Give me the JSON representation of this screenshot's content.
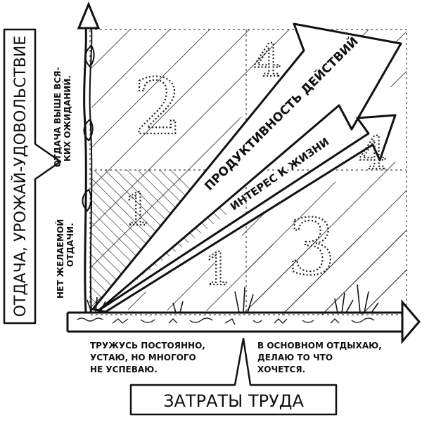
{
  "axes": {
    "x_label": "ЗАТРАТЫ ТРУДА",
    "y_label": "ОТДАЧА, УРОЖАЙ-УДОВОЛЬСТВИЕ"
  },
  "callouts": {
    "y_high": [
      "ОТДАЧА ВЫШЕ ВСЯ-",
      "КИХ ОЖИДАНИЙ."
    ],
    "y_low": [
      "НЕТ ЖЕЛАЕМОЙ",
      "ОТДАЧИ."
    ],
    "x_left": [
      "ТРУЖУСЬ ПОСТОЯННО,",
      "УСТАЮ, НО МНОГОГО",
      "НЕ УСПЕВАЮ."
    ],
    "x_right": [
      "В ОСНОВНОМ ОТДЫХАЮ,",
      "ДЕЛАЮ ТО ЧТО",
      "ХОЧЕТСЯ."
    ]
  },
  "arrows": {
    "upper": "ПРОДУКТИВНОСТЬ ДЕЙСТВИЙ",
    "lower": "ИНТЕРЕС К ЖИЗНИ"
  },
  "zones": {
    "z2": "2",
    "z4_top": "4",
    "z1_upper": "1",
    "z4_right": "4",
    "z1_lower": "1",
    "z3": "3"
  },
  "colors": {
    "ink": "#111111",
    "paper": "#ffffff"
  }
}
